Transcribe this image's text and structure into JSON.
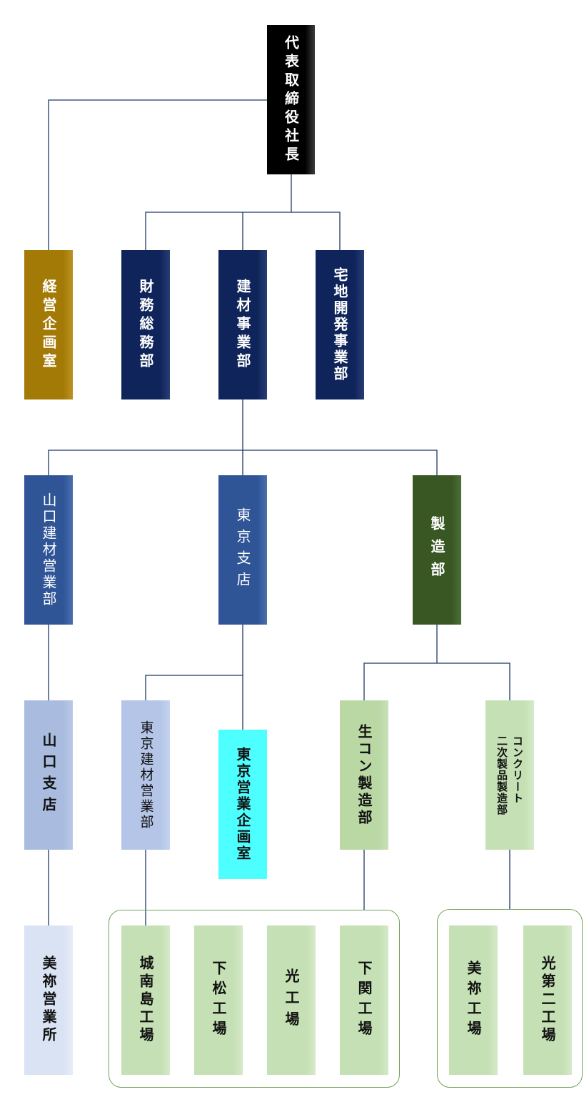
{
  "org": {
    "president": {
      "label": "代表取締役社長",
      "color": "#000000"
    },
    "planning_office": {
      "label": "経営企画室",
      "color": "#a47a06"
    },
    "finance_division": {
      "label": "財務総務部",
      "color": "#0f245a"
    },
    "building_materials_division": {
      "label": "建材事業部",
      "color": "#0f245a"
    },
    "housing_land_division": {
      "label": "宅地開発事業部",
      "color": "#0f245a"
    },
    "yamaguchi_sales_dept": {
      "label": "山口建材営業部",
      "color": "#2f5597"
    },
    "tokyo_branch": {
      "label": "東京支店",
      "color": "#2f5597"
    },
    "manufacturing_dept": {
      "label": "製造部",
      "color": "#385723"
    },
    "yamaguchi_branch": {
      "label": "山口支店",
      "color": "#a9bce0"
    },
    "tokyo_sales_dept": {
      "label": "東京建材営業部",
      "color": "#b4c5e7"
    },
    "tokyo_sales_planning": {
      "label": "東京営業企画室",
      "color": "#4dffff"
    },
    "ready_mix_dept": {
      "label": "生コン製造部",
      "color": "#b9d8a4"
    },
    "concrete_products_dept": {
      "label_line1": "コンクリート",
      "label_line2": "二次製品製造部",
      "color": "#c5e0b4"
    },
    "mine_sales_office": {
      "label": "美祢営業所",
      "color": "#dae3f3"
    },
    "jonanjima_plant": {
      "label": "城南島工場",
      "color": "#c5e0b4"
    },
    "kudamatsu_plant": {
      "label": "下松工場",
      "color": "#c5e0b4"
    },
    "hikari_plant": {
      "label": "光工場",
      "color": "#c5e0b4"
    },
    "shimonoseki_plant": {
      "label": "下関工場",
      "color": "#c5e0b4"
    },
    "mine_plant": {
      "label": "美祢工場",
      "color": "#c5e0b4"
    },
    "hikari_second_plant": {
      "label": "光第二工場",
      "color": "#c5e0b4"
    }
  },
  "colors": {
    "connector": "#1f3864",
    "group_border": "#76a35a"
  }
}
